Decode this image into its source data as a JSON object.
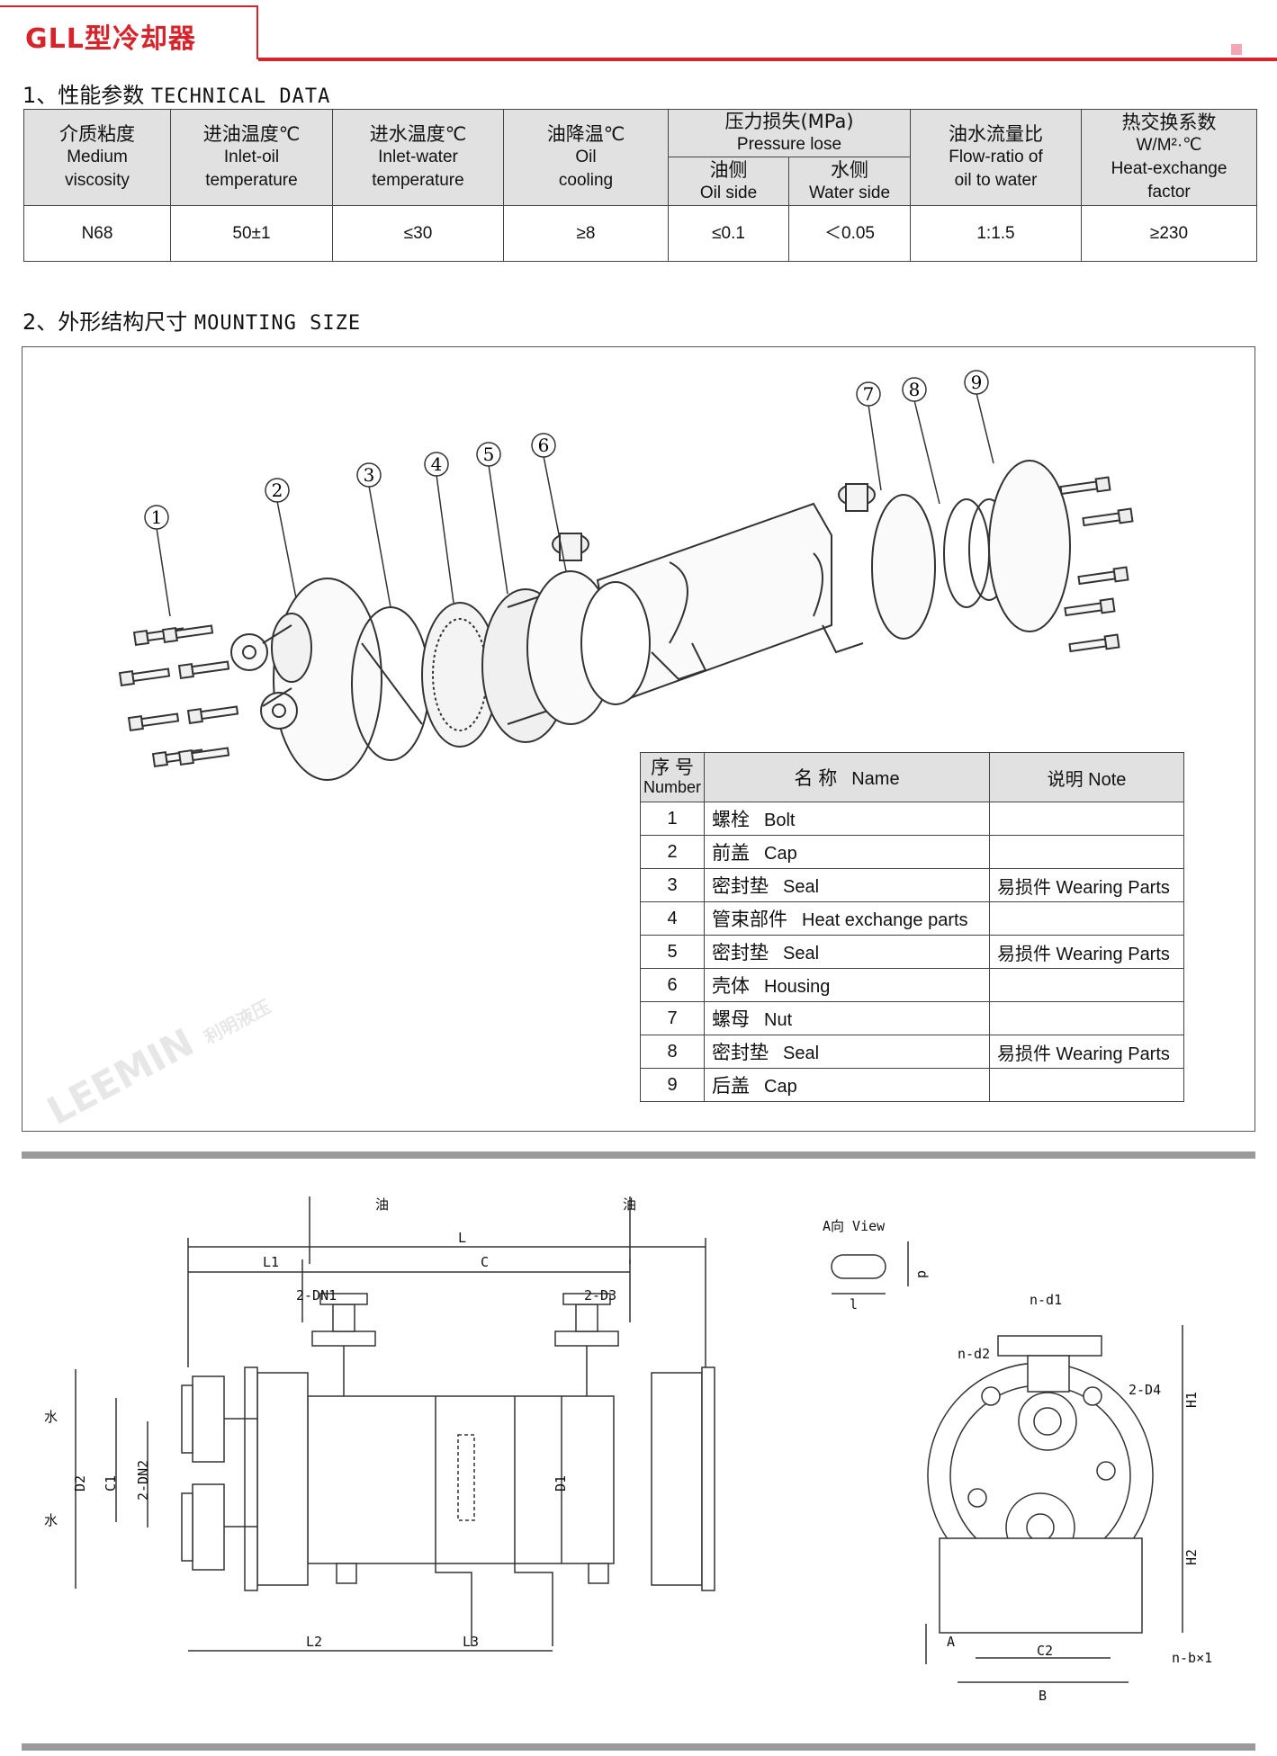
{
  "header": {
    "title": "GLL型冷却器"
  },
  "section1": {
    "num": "1、",
    "zh": "性能参数",
    "en": "TECHNICAL DATA"
  },
  "section2": {
    "num": "2、",
    "zh": "外形结构尺寸",
    "en": "MOUNTING SIZE"
  },
  "tech_table": {
    "col1": {
      "zh": "介质粘度",
      "en1": "Medium",
      "en2": "viscosity",
      "value": "N68"
    },
    "col2": {
      "zh": "进油温度℃",
      "en1": "Inlet-oil",
      "en2": "temperature",
      "value": "50±1"
    },
    "col3": {
      "zh": "进水温度℃",
      "en1": "Inlet-water",
      "en2": "temperature",
      "value": "≤30"
    },
    "col4": {
      "zh": "油降温℃",
      "en1": "Oil",
      "en2": "cooling",
      "value": "≥8"
    },
    "pressure": {
      "zh": "压力损失(MPa)",
      "en": "Pressure lose",
      "oil": {
        "zh": "油侧",
        "en": "Oil side",
        "value": "≤0.1"
      },
      "water": {
        "zh": "水侧",
        "en": "Water side",
        "value": "＜0.05"
      }
    },
    "col6": {
      "zh": "油水流量比",
      "en1": "Flow-ratio of",
      "en2": "oil to water",
      "value": "1:1.5"
    },
    "col7": {
      "zh": "热交换系数",
      "unit": "W/M²·℃",
      "en1": "Heat-exchange",
      "en2": "factor",
      "value": "≥230"
    }
  },
  "callouts": [
    "1",
    "2",
    "3",
    "4",
    "5",
    "6",
    "7",
    "8",
    "9"
  ],
  "parts_table": {
    "header": {
      "num_zh": "序 号",
      "num_en": "Number",
      "name": "名 称",
      "name_en": "Name",
      "note": "说明 Note"
    },
    "rows": [
      {
        "num": "1",
        "zh": "螺栓",
        "en": "Bolt",
        "note": ""
      },
      {
        "num": "2",
        "zh": "前盖",
        "en": "Cap",
        "note": ""
      },
      {
        "num": "3",
        "zh": "密封垫",
        "en": "Seal",
        "note": "易损件 Wearing Parts"
      },
      {
        "num": "4",
        "zh": "管束部件",
        "en": "Heat exchange parts",
        "note": ""
      },
      {
        "num": "5",
        "zh": "密封垫",
        "en": "Seal",
        "note": "易损件 Wearing Parts"
      },
      {
        "num": "6",
        "zh": "壳体",
        "en": "Housing",
        "note": ""
      },
      {
        "num": "7",
        "zh": "螺母",
        "en": "Nut",
        "note": ""
      },
      {
        "num": "8",
        "zh": "密封垫",
        "en": "Seal",
        "note": "易损件 Wearing Parts"
      },
      {
        "num": "9",
        "zh": "后盖",
        "en": "Cap",
        "note": ""
      }
    ]
  },
  "drawing": {
    "oil": "油",
    "water": "水",
    "L": "L",
    "L1": "L1",
    "C": "C",
    "L2": "L2",
    "L3": "L3",
    "DN1": "2-DN1",
    "D3": "2-D3",
    "D2": "D2",
    "C1": "C1",
    "DN2": "2-DN2",
    "D1": "D1",
    "aview": "A向 View",
    "d": "d",
    "l": "l",
    "nd1": "n-d1",
    "nd2": "n-d2",
    "D4": "2-D4",
    "H1": "H1",
    "H2": "H2",
    "A": "A",
    "C2": "C2",
    "B": "B",
    "nbx1": "n-b×1"
  },
  "watermark": {
    "brand": "LEEMIN",
    "sub": "利明液压"
  }
}
